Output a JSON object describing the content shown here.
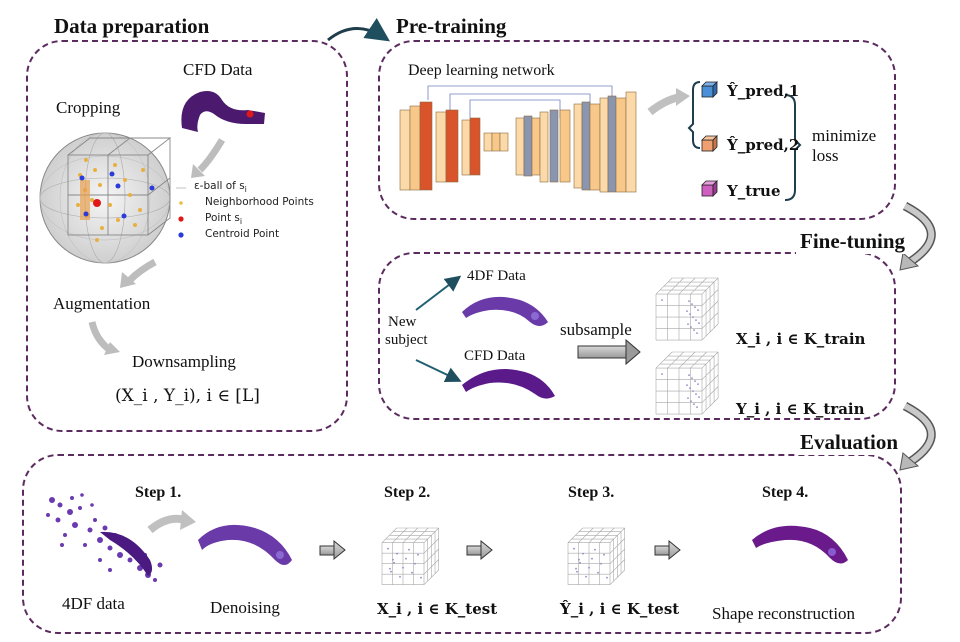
{
  "sections": {
    "data_preparation": "Data preparation",
    "pre_training": "Pre-training",
    "fine_tuning": "Fine-tuning",
    "evaluation": "Evaluation"
  },
  "data_prep": {
    "cfd_data": "CFD Data",
    "cropping": "Cropping",
    "legend": {
      "eps_ball": "ε-ball of s",
      "eps_sub": "i",
      "neighborhood": "Neighborhood Points",
      "point": "Point s",
      "point_sub": "i",
      "centroid": "Centroid Point"
    },
    "augmentation": "Augmentation",
    "downsampling": "Downsampling",
    "formula": "(X_i , Y_i), i ∈ [L]"
  },
  "pretraining": {
    "network_title": "Deep learning network",
    "outputs": [
      "Ŷ_pred,1",
      "Ŷ_pred,2",
      "Y_true"
    ],
    "loss_line1": "minimize",
    "loss_line2": "loss"
  },
  "finetuning": {
    "data_4df": "4DF Data",
    "new_subject_line1": "New",
    "new_subject_line2": "subject",
    "cfd_data": "CFD Data",
    "subsample": "subsample",
    "x_label": "X_i  , i ∈ K_train",
    "y_label": "Y_i  , i ∈ K_train"
  },
  "evaluation": {
    "step1": "Step 1.",
    "step2": "Step 2.",
    "step3": "Step 3.",
    "step4": "Step 4.",
    "data_4df": "4DF data",
    "denoising": "Denoising",
    "x_test": "X_i , i ∈ K_test",
    "y_test": "Ŷ_i , i ∈ K_test",
    "shape_recon": "Shape reconstruction"
  },
  "colors": {
    "border": "#5b2a5e",
    "vessel": "#4b1a6e",
    "orange": "#f4a460",
    "red_layer": "#d9542b",
    "blue_cube": "#4a90d9",
    "orange_cube": "#f0a070",
    "pink_cube": "#d060c0"
  }
}
